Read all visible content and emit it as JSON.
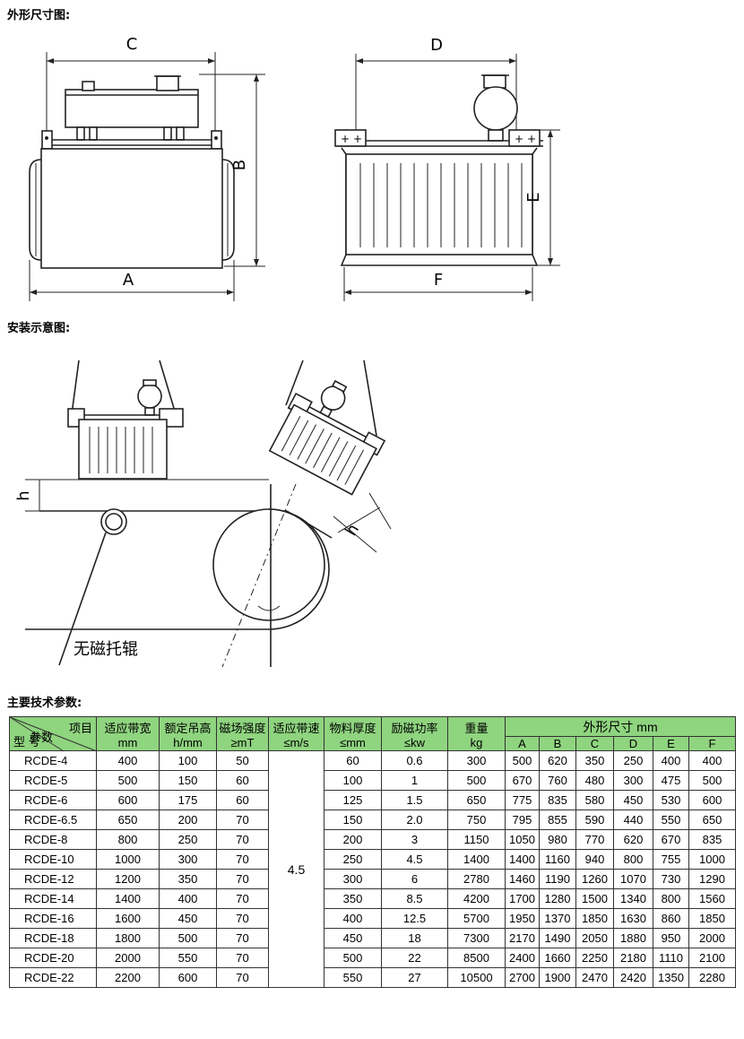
{
  "sections": {
    "dimensions_title": "外形尺寸图:",
    "install_title": "安装示意图:",
    "params_title": "主要技术参数:"
  },
  "dimension_labels": {
    "A": "A",
    "B": "B",
    "C": "C",
    "D": "D",
    "E": "E",
    "F": "F"
  },
  "install_labels": {
    "h_left": "h",
    "h_right": "h",
    "roller": "无磁托辊"
  },
  "table": {
    "corner": {
      "item": "项目",
      "param": "参数",
      "model": "型 号"
    },
    "headers": [
      {
        "line1": "适应带宽",
        "line2": "mm"
      },
      {
        "line1": "额定吊高",
        "line2": "h/mm"
      },
      {
        "line1": "磁场强度",
        "line2": "≥mT"
      },
      {
        "line1": "适应带速",
        "line2": "≤m/s"
      },
      {
        "line1": "物料厚度",
        "line2": "≤mm"
      },
      {
        "line1": "励磁功率",
        "line2": "≤kw"
      },
      {
        "line1": "重量",
        "line2": "kg"
      }
    ],
    "dim_header": "外形尺寸 mm",
    "dim_cols": [
      "A",
      "B",
      "C",
      "D",
      "E",
      "F"
    ],
    "speed_value": "4.5",
    "rows": [
      [
        "RCDE-4",
        "400",
        "100",
        "50",
        "60",
        "0.6",
        "300",
        "500",
        "620",
        "350",
        "250",
        "400",
        "400"
      ],
      [
        "RCDE-5",
        "500",
        "150",
        "60",
        "100",
        "1",
        "500",
        "670",
        "760",
        "480",
        "300",
        "475",
        "500"
      ],
      [
        "RCDE-6",
        "600",
        "175",
        "60",
        "125",
        "1.5",
        "650",
        "775",
        "835",
        "580",
        "450",
        "530",
        "600"
      ],
      [
        "RCDE-6.5",
        "650",
        "200",
        "70",
        "150",
        "2.0",
        "750",
        "795",
        "855",
        "590",
        "440",
        "550",
        "650"
      ],
      [
        "RCDE-8",
        "800",
        "250",
        "70",
        "200",
        "3",
        "1150",
        "1050",
        "980",
        "770",
        "620",
        "670",
        "835"
      ],
      [
        "RCDE-10",
        "1000",
        "300",
        "70",
        "250",
        "4.5",
        "1400",
        "1400",
        "1160",
        "940",
        "800",
        "755",
        "1000"
      ],
      [
        "RCDE-12",
        "1200",
        "350",
        "70",
        "300",
        "6",
        "2780",
        "1460",
        "1190",
        "1260",
        "1070",
        "730",
        "1290"
      ],
      [
        "RCDE-14",
        "1400",
        "400",
        "70",
        "350",
        "8.5",
        "4200",
        "1700",
        "1280",
        "1500",
        "1340",
        "800",
        "1560"
      ],
      [
        "RCDE-16",
        "1600",
        "450",
        "70",
        "400",
        "12.5",
        "5700",
        "1950",
        "1370",
        "1850",
        "1630",
        "860",
        "1850"
      ],
      [
        "RCDE-18",
        "1800",
        "500",
        "70",
        "450",
        "18",
        "7300",
        "2170",
        "1490",
        "2050",
        "1880",
        "950",
        "2000"
      ],
      [
        "RCDE-20",
        "2000",
        "550",
        "70",
        "500",
        "22",
        "8500",
        "2400",
        "1660",
        "2250",
        "2180",
        "1110",
        "2100"
      ],
      [
        "RCDE-22",
        "2200",
        "600",
        "70",
        "550",
        "27",
        "10500",
        "2700",
        "1900",
        "2470",
        "2420",
        "1350",
        "2280"
      ]
    ]
  },
  "colors": {
    "header_bg": "#8fd47f"
  }
}
